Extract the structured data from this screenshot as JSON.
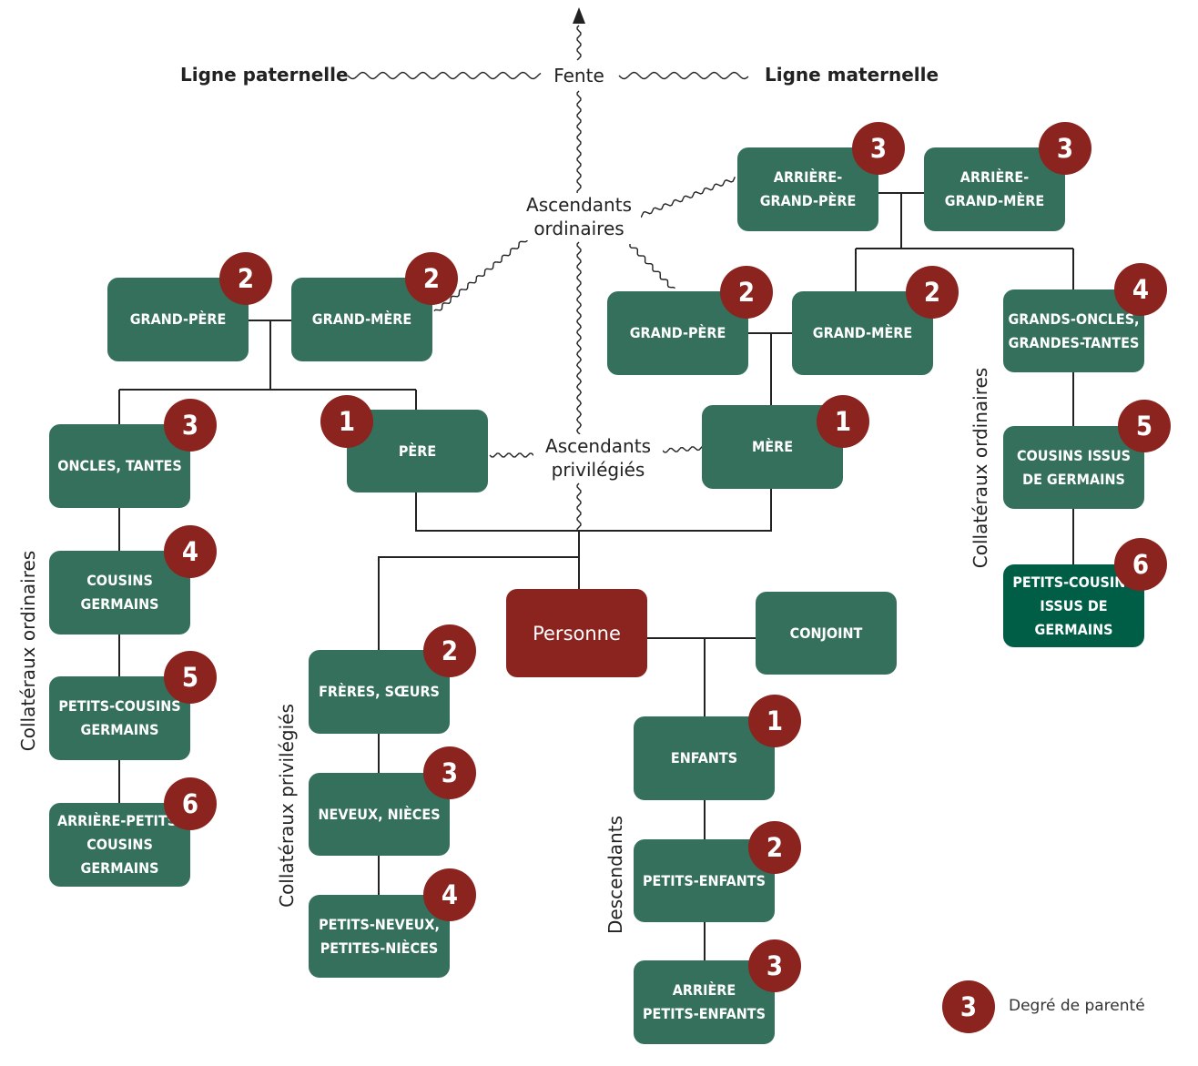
{
  "header": {
    "paternal": "Ligne paternelle",
    "fente": "Fente",
    "maternal": "Ligne maternelle"
  },
  "labels": {
    "ascendants_ordinaires": "Ascendants\nordinaires",
    "ascendants_privilegies": "Ascendants\nprivilégiés",
    "collateraux_ordinaires_left": "Collatéraux ordinaires",
    "collateraux_privilegies": "Collatéraux privilégiés",
    "descendants": "Descendants",
    "collateraux_ordinaires_right": "Collatéraux ordinaires"
  },
  "nodes": {
    "gp_p": {
      "label": "GRAND-PÈRE",
      "degree": "2"
    },
    "gm_p": {
      "label": "GRAND-MÈRE",
      "degree": "2"
    },
    "oncles": {
      "label": "ONCLES, TANTES",
      "degree": "3"
    },
    "cousins_germains": {
      "label": "COUSINS GERMAINS",
      "degree": "4"
    },
    "petits_cousins_germains": {
      "label": "PETITS-COUSINS\nGERMAINS",
      "degree": "5"
    },
    "arriere_petits_cousins": {
      "label": "ARRIÈRE-PETITS-\nCOUSINS GERMAINS",
      "degree": "6"
    },
    "pere": {
      "label": "PÈRE",
      "degree": "1"
    },
    "mere": {
      "label": "MÈRE",
      "degree": "1"
    },
    "freres": {
      "label": "FRÈRES, SŒURS",
      "degree": "2"
    },
    "neveux": {
      "label": "NEVEUX, NIÈCES",
      "degree": "3"
    },
    "petits_neveux": {
      "label": "PETITS-NEVEUX,\nPETITES-NIÈCES",
      "degree": "4"
    },
    "personne": {
      "label": "Personne"
    },
    "conjoint": {
      "label": "CONJOINT"
    },
    "enfants": {
      "label": "ENFANTS",
      "degree": "1"
    },
    "petits_enfants": {
      "label": "PETITS-ENFANTS",
      "degree": "2"
    },
    "arriere_petits_enfants": {
      "label": "ARRIÈRE\nPETITS-ENFANTS",
      "degree": "3"
    },
    "gp_m": {
      "label": "GRAND-PÈRE",
      "degree": "2"
    },
    "gm_m": {
      "label": "GRAND-MÈRE",
      "degree": "2"
    },
    "agp": {
      "label": "ARRIÈRE-\nGRAND-PÈRE",
      "degree": "3"
    },
    "agm": {
      "label": "ARRIÈRE-\nGRAND-MÈRE",
      "degree": "3"
    },
    "grands_oncles": {
      "label": "GRANDS-ONCLES,\nGRANDES-TANTES",
      "degree": "4"
    },
    "cousins_issus": {
      "label": "COUSINS ISSUS\nDE GERMAINS",
      "degree": "5"
    },
    "petits_cousins_issus": {
      "label": "PETITS-COUSINS\nISSUS DE GERMAINS",
      "degree": "6"
    }
  },
  "legend": {
    "degree": "3",
    "text": "Degré de parenté"
  },
  "colors": {
    "box": "#35705d",
    "box_dark": "#005e46",
    "badge": "#8b231e",
    "person": "#8b231e",
    "line": "#222222"
  }
}
